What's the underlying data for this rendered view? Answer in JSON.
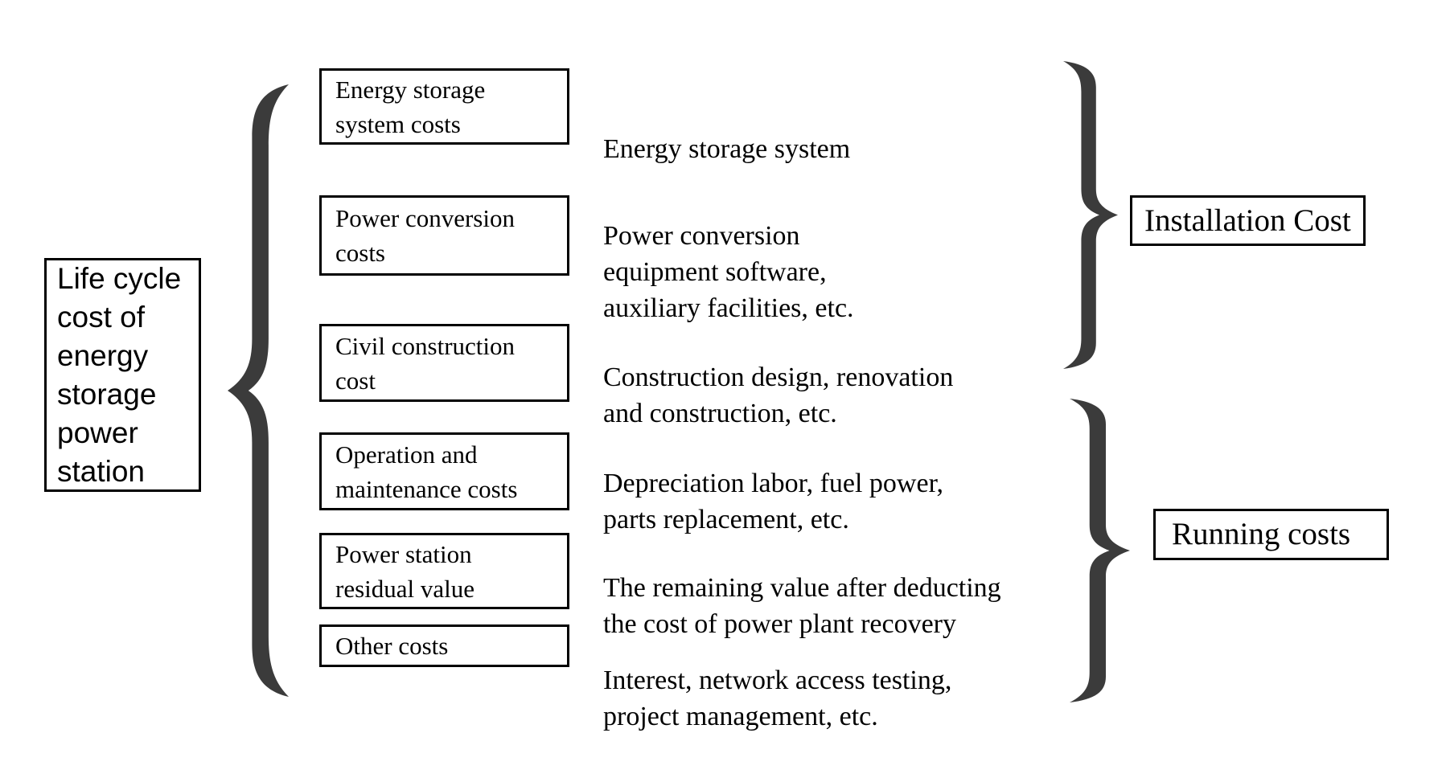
{
  "colors": {
    "brace": "#3b3b3b",
    "border": "#000000",
    "text": "#000000",
    "background": "#ffffff"
  },
  "diagram": {
    "root": {
      "label": "Life cycle\ncost of\nenergy\nstorage\npower\nstation"
    },
    "items": [
      {
        "box": "Energy storage\nsystem costs",
        "desc": "Energy storage system"
      },
      {
        "box": "Power conversion\ncosts",
        "desc": "Power conversion\nequipment software,\nauxiliary facilities, etc."
      },
      {
        "box": "Civil construction\ncost",
        "desc": "Construction design, renovation\nand construction, etc."
      },
      {
        "box": "Operation and\nmaintenance costs",
        "desc": "Depreciation labor, fuel power,\nparts replacement, etc."
      },
      {
        "box": "Power station\nresidual value",
        "desc": "The remaining value after deducting\nthe cost of power plant recovery"
      },
      {
        "box": "Other costs",
        "desc": "Interest, network access testing,\nproject management, etc."
      }
    ],
    "groups": [
      {
        "label": "Installation Cost"
      },
      {
        "label": "Running costs"
      }
    ]
  }
}
